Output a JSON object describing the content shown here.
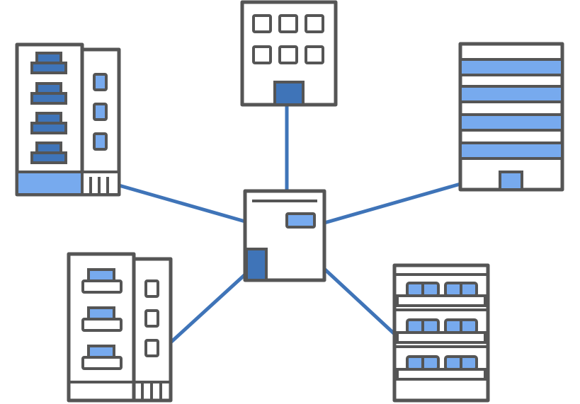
{
  "colors": {
    "outline": "#555555",
    "connector": "#3f74b8",
    "light_blue": "#77aaee",
    "dark_blue": "#3f74b8"
  },
  "nodes": [
    "hub-building",
    "office-tower",
    "striped-building",
    "apartment-left-top",
    "apartment-left-bottom",
    "apartment-right-bottom"
  ]
}
